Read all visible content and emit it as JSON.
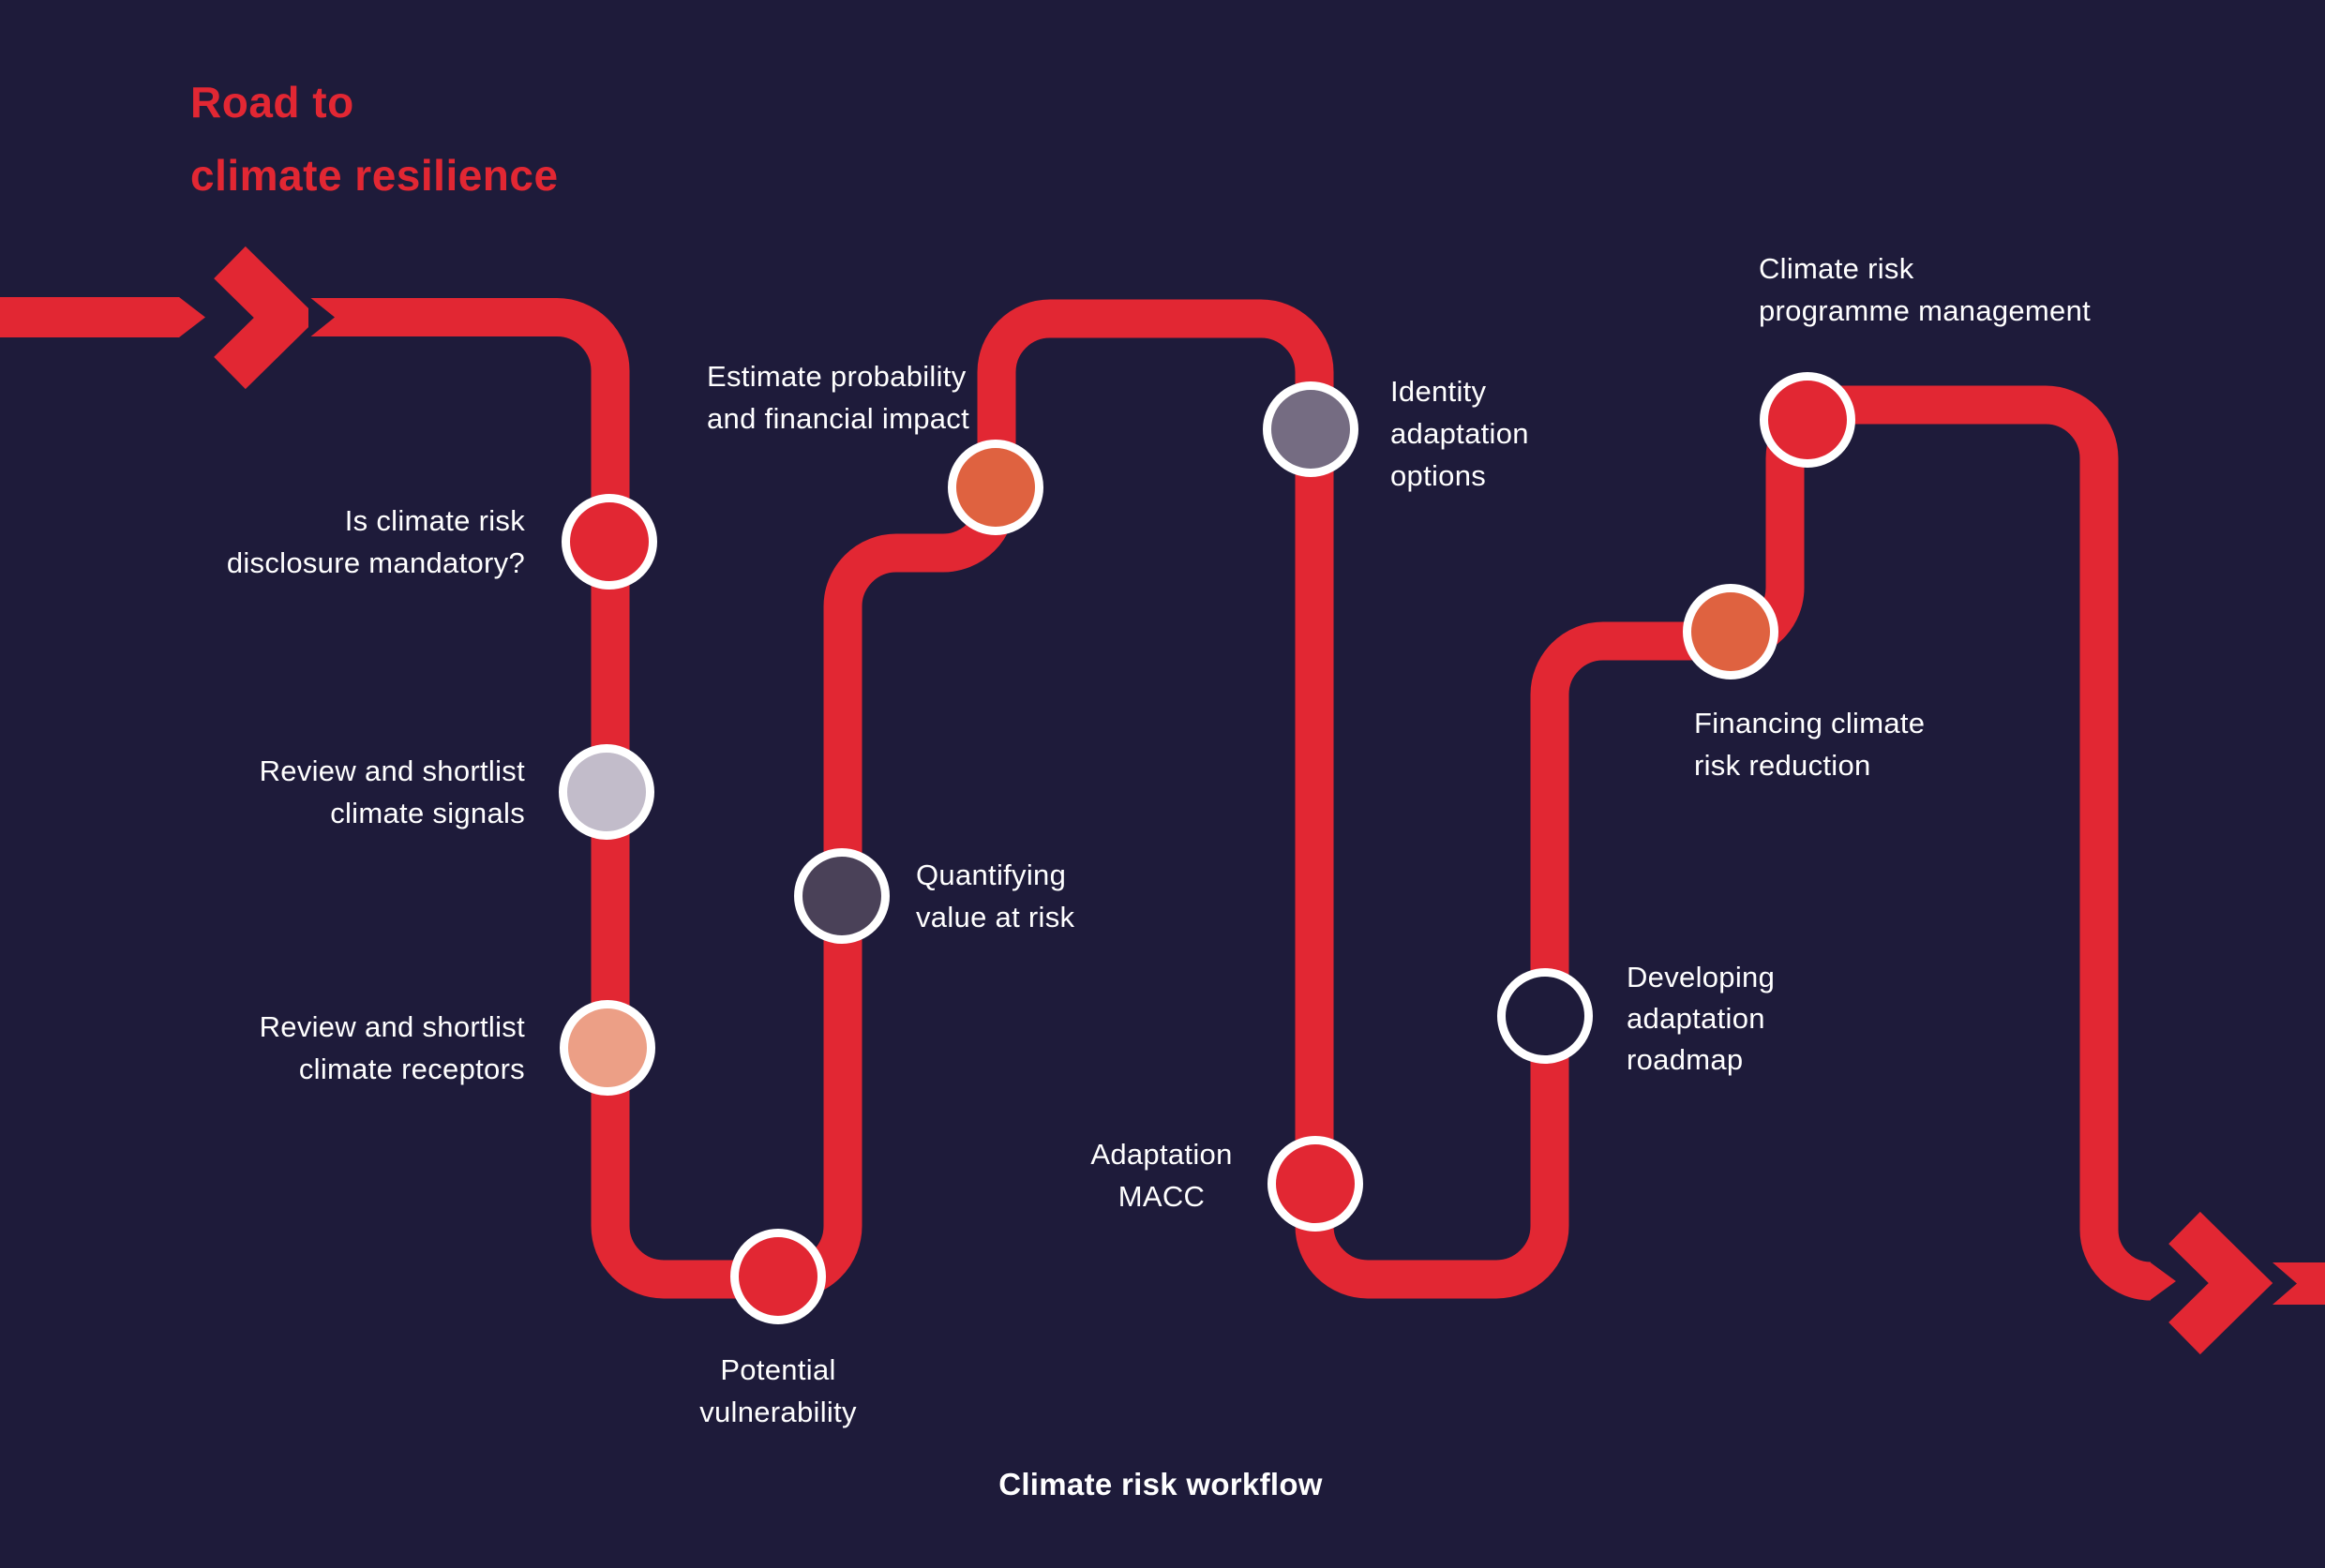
{
  "title": {
    "line1": "Road to",
    "line2": "climate resilience"
  },
  "caption": "Climate risk workflow",
  "colors": {
    "background": "#1e1b3a",
    "path_red": "#e22733",
    "white": "#ffffff",
    "lavender": "#c2bcca",
    "salmon": "#ec9f86",
    "dark_purple": "#4a4158",
    "slate_purple": "#756c82",
    "orange": "#df6240",
    "navy": "#1e1b3a"
  },
  "stations": [
    {
      "name": "is-climate-risk-disclosure-mandatory",
      "lines": [
        "Is climate risk",
        "disclosure mandatory?"
      ],
      "color": "#e22733"
    },
    {
      "name": "review-shortlist-climate-signals",
      "lines": [
        "Review and shortlist",
        "climate signals"
      ],
      "color": "#c2bcca"
    },
    {
      "name": "review-shortlist-climate-receptors",
      "lines": [
        "Review and shortlist",
        "climate receptors"
      ],
      "color": "#ec9f86"
    },
    {
      "name": "potential-vulnerability",
      "lines": [
        "Potential",
        "vulnerability"
      ],
      "color": "#e22733"
    },
    {
      "name": "quantifying-value-at-risk",
      "lines": [
        "Quantifying",
        "value at risk"
      ],
      "color": "#4a4158"
    },
    {
      "name": "estimate-probability-financial-impact",
      "lines": [
        "Estimate probability",
        "and financial impact"
      ],
      "color": "#df6240"
    },
    {
      "name": "identity-adaptation-options",
      "lines": [
        "Identity",
        "adaptation",
        "options"
      ],
      "color": "#756c82"
    },
    {
      "name": "adaptation-macc",
      "lines": [
        "Adaptation",
        "MACC"
      ],
      "color": "#e22733"
    },
    {
      "name": "developing-adaptation-roadmap",
      "lines": [
        "Developing",
        "adaptation",
        "roadmap"
      ],
      "color": "#1e1b3a"
    },
    {
      "name": "financing-climate-risk-reduction",
      "lines": [
        "Financing climate",
        "risk reduction"
      ],
      "color": "#df6240"
    },
    {
      "name": "climate-risk-programme-management",
      "lines": [
        "Climate risk",
        "programme management"
      ],
      "color": "#e22733"
    }
  ]
}
